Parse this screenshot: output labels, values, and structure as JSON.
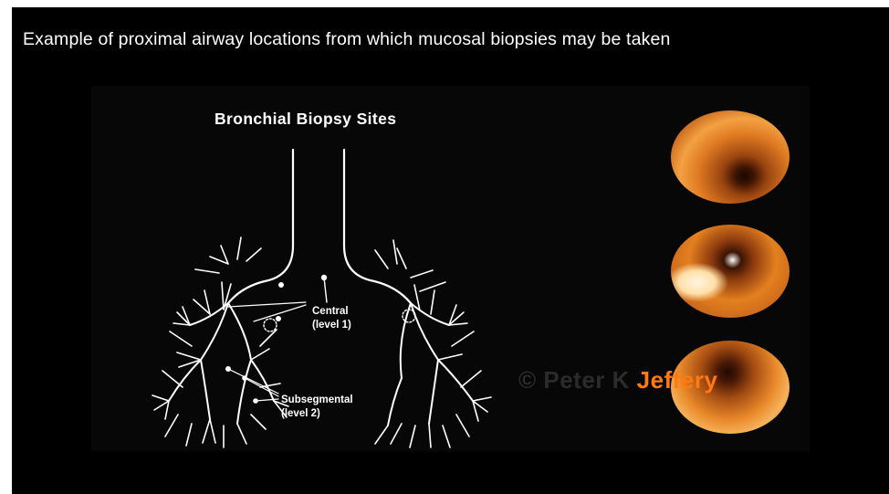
{
  "caption": "Example of proximal airway locations from which mucosal biopsies may be taken",
  "diagram": {
    "title": "Bronchial  Biopsy Sites",
    "central_label": "Central",
    "central_level": "(level 1)",
    "subsegmental_label": "Subsegmental",
    "subsegmental_level": "(level 2)"
  },
  "watermark": {
    "prefix": "© Peter K",
    "suffix": "Jeffery"
  },
  "colors": {
    "background": "#000000",
    "text": "#ffffff",
    "watermark_faint": "#2b2b2b",
    "watermark_orange": "#ff7a10",
    "scope_tissue": "#c8641a"
  },
  "images": [
    "bronchoscopic-view-1",
    "bronchoscopic-view-2",
    "bronchoscopic-view-3"
  ]
}
